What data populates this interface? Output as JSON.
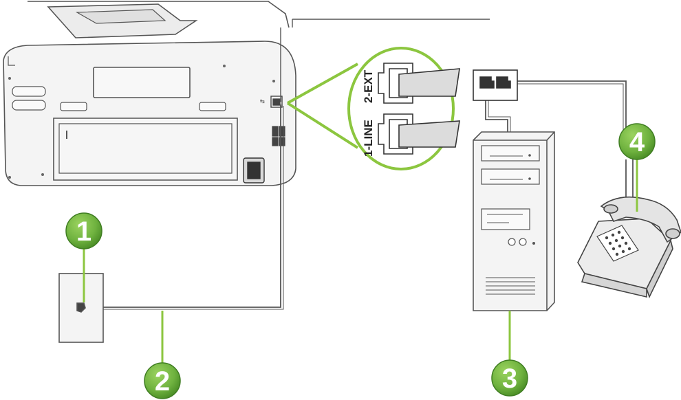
{
  "diagram": {
    "port_labels": {
      "line": "1-LINE",
      "ext": "2-EXT"
    },
    "callouts": [
      {
        "number": "1",
        "target": "telephone wall jack"
      },
      {
        "number": "2",
        "target": "phone cord"
      },
      {
        "number": "3",
        "target": "computer"
      },
      {
        "number": "4",
        "target": "telephone"
      }
    ],
    "colors": {
      "callout_green": "#6fb23f",
      "callout_dark": "#3f7d22",
      "highlight_green": "#8cc63f",
      "line": "#555555",
      "body_fill": "#f2f2f2",
      "dark_fill": "#444444"
    }
  }
}
